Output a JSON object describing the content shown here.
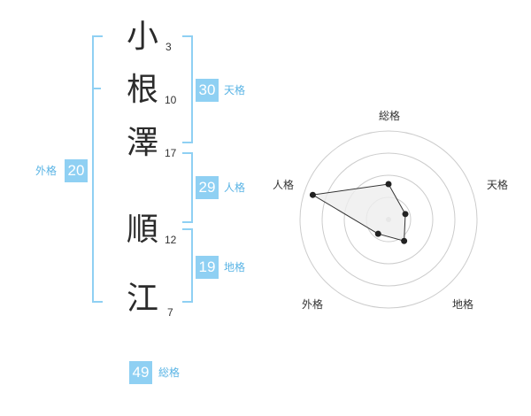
{
  "name": {
    "chars": [
      {
        "char": "小",
        "strokes": "3"
      },
      {
        "char": "根",
        "strokes": "10"
      },
      {
        "char": "澤",
        "strokes": "17"
      },
      {
        "char": "順",
        "strokes": "12"
      },
      {
        "char": "江",
        "strokes": "7"
      }
    ]
  },
  "scores": {
    "tenkaku": {
      "value": "30",
      "label": "天格"
    },
    "jinkaku": {
      "value": "29",
      "label": "人格"
    },
    "chikaku": {
      "value": "19",
      "label": "地格"
    },
    "gaikaku": {
      "value": "20",
      "label": "外格"
    },
    "soukaku": {
      "value": "49",
      "label": "総格"
    }
  },
  "radar": {
    "axes": [
      "総格",
      "天格",
      "地格",
      "外格",
      "人格"
    ],
    "levels": [
      0.4,
      0.2,
      0.3,
      0.2,
      0.9
    ],
    "colors": {
      "fill": "#eeeeee",
      "stroke": "#333333",
      "grid": "#cccccc",
      "point": "#222222"
    }
  },
  "colors": {
    "accent": "#8fd0f3",
    "accent_text": "#5ab4e5"
  }
}
